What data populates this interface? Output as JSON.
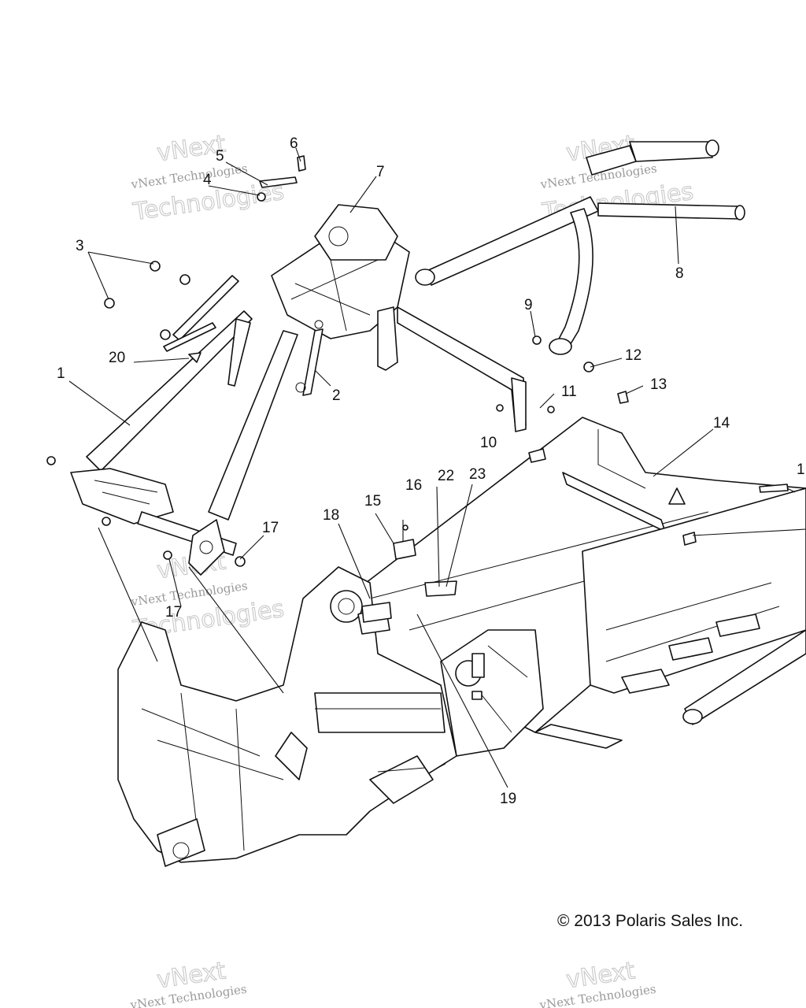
{
  "callouts": [
    {
      "id": "1",
      "label": "1"
    },
    {
      "id": "2",
      "label": "2"
    },
    {
      "id": "3",
      "label": "3"
    },
    {
      "id": "4",
      "label": "4"
    },
    {
      "id": "5",
      "label": "5"
    },
    {
      "id": "6",
      "label": "6"
    },
    {
      "id": "7",
      "label": "7"
    },
    {
      "id": "8",
      "label": "8"
    },
    {
      "id": "9",
      "label": "9"
    },
    {
      "id": "10",
      "label": "10"
    },
    {
      "id": "11",
      "label": "11"
    },
    {
      "id": "12",
      "label": "12"
    },
    {
      "id": "13",
      "label": "13"
    },
    {
      "id": "14",
      "label": "14"
    },
    {
      "id": "15",
      "label": "15"
    },
    {
      "id": "16",
      "label": "16"
    },
    {
      "id": "17a",
      "label": "17"
    },
    {
      "id": "17b",
      "label": "17"
    },
    {
      "id": "18",
      "label": "18"
    },
    {
      "id": "19",
      "label": "19"
    },
    {
      "id": "20",
      "label": "20"
    },
    {
      "id": "22",
      "label": "22"
    },
    {
      "id": "23",
      "label": "23"
    },
    {
      "id": "1c",
      "label": "1"
    }
  ],
  "watermark": {
    "name": "vNext Technologies",
    "word_top": "vNext",
    "word_big": "Technologies"
  },
  "copyright": "© 2013 Polaris Sales Inc."
}
